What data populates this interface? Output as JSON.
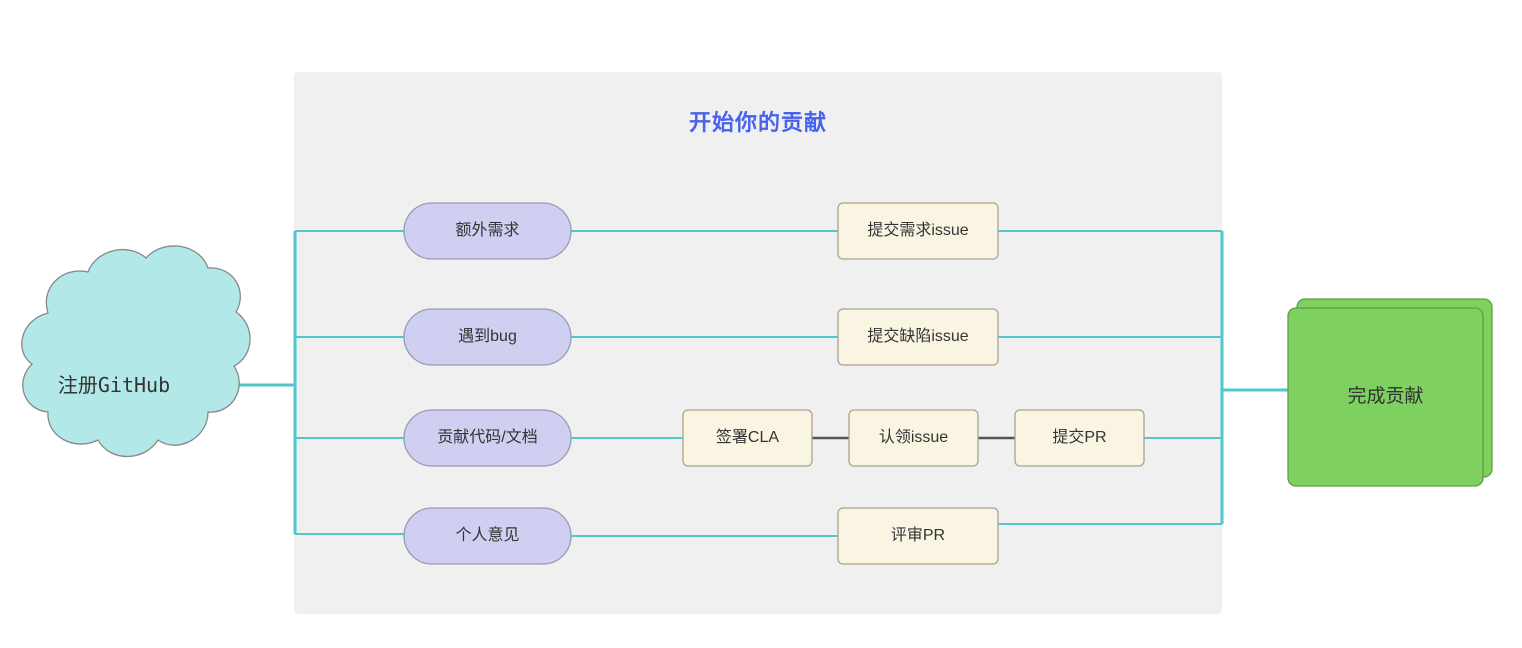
{
  "diagram": {
    "title": "开始你的贡献",
    "title_color": "#4662ef",
    "panel_color": "#f0f0f0",
    "accent_color": "#4dc8cd",
    "dark_link_color": "#555555",
    "start_node": {
      "label": "注册GitHub",
      "shape": "cloud",
      "fill": "#b3e8e8",
      "stroke": "#808080"
    },
    "end_node": {
      "label": "完成贡献",
      "shape": "stacked-rect",
      "fill": "#7ed15e",
      "stroke": "#5d9e45"
    },
    "branch_nodes": [
      {
        "label": "额外需求",
        "shape": "pill",
        "fill": "#cfcff2",
        "stroke": "#9a9ab0"
      },
      {
        "label": "遇到bug",
        "shape": "pill",
        "fill": "#cfcff2",
        "stroke": "#9a9ab0"
      },
      {
        "label": "贡献代码/文档",
        "shape": "pill",
        "fill": "#cfcff2",
        "stroke": "#9a9ab0"
      },
      {
        "label": "个人意见",
        "shape": "pill",
        "fill": "#cfcff2",
        "stroke": "#9a9ab0"
      }
    ],
    "action_nodes": [
      {
        "label": "提交需求issue",
        "shape": "rect",
        "fill": "#faf5e3",
        "stroke": "#a8a48f",
        "row": 1
      },
      {
        "label": "提交缺陷issue",
        "shape": "rect",
        "fill": "#faf5e3",
        "stroke": "#a8a48f",
        "row": 2
      },
      {
        "label": "签署CLA",
        "shape": "rect",
        "fill": "#faf5e3",
        "stroke": "#a8a48f",
        "row": 3
      },
      {
        "label": "认领issue",
        "shape": "rect",
        "fill": "#faf5e3",
        "stroke": "#a8a48f",
        "row": 3
      },
      {
        "label": "提交PR",
        "shape": "rect",
        "fill": "#faf5e3",
        "stroke": "#a8a48f",
        "row": 3
      },
      {
        "label": "评审PR",
        "shape": "rect",
        "fill": "#faf5e3",
        "stroke": "#a8a48f",
        "row": 4
      }
    ]
  }
}
